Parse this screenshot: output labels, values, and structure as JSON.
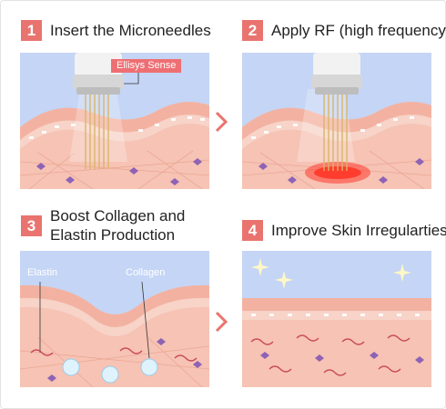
{
  "steps": [
    {
      "number": "1",
      "title": "Insert the Microneedles"
    },
    {
      "number": "2",
      "title": "Apply RF (high frequency)"
    },
    {
      "number": "3",
      "title": "Boost Collagen and Elastin Production"
    },
    {
      "number": "4",
      "title": "Improve Skin Irregularties"
    }
  ],
  "callout": {
    "label": "Ellisys Sense"
  },
  "labels": {
    "elastin": "Elastin",
    "collagen": "Collagen"
  },
  "colors": {
    "accent": "#e9746f",
    "sky": "#c5d5f5",
    "skin": "#f3b2a1",
    "dermis": "#f6c3b4",
    "cell": "#8e62b5",
    "rf_glow": "#ff3b2f",
    "device": "#e6e6e6"
  },
  "icons": [
    "chevron-right-icon",
    "sparkle-icon",
    "microneedle-device-icon"
  ]
}
